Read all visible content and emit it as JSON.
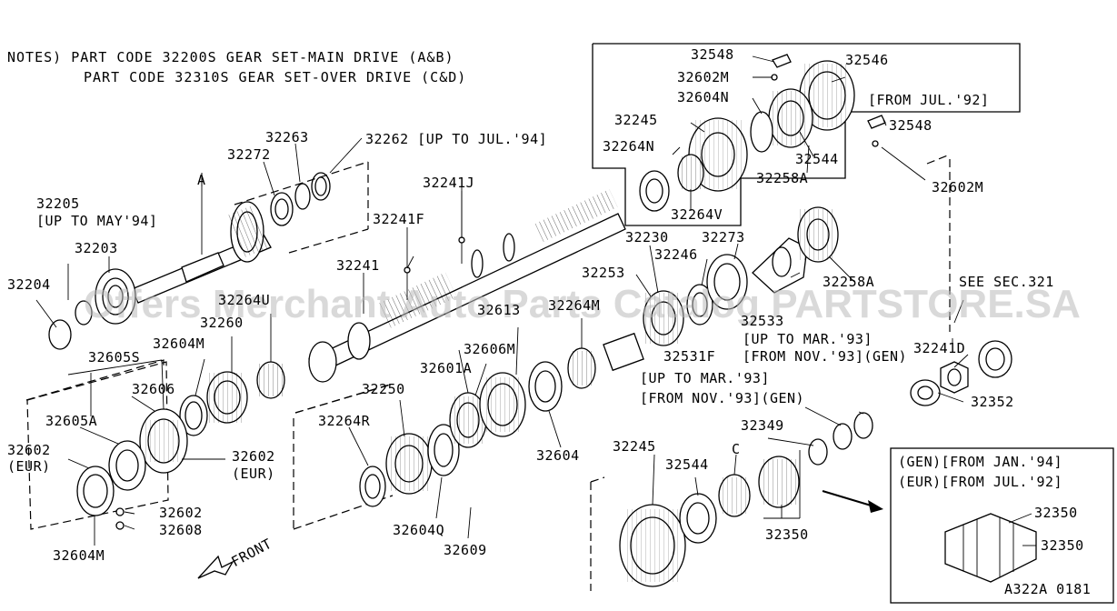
{
  "notes": {
    "line1": "NOTES) PART CODE 32200S GEAR SET-MAIN DRIVE (A&B)",
    "line2": "PART CODE 32310S GEAR SET-OVER DRIVE (C&D)"
  },
  "callouts": {
    "a": "A",
    "c": "C"
  },
  "part_labels": {
    "p32548a": "32548",
    "p32546": "32546",
    "p32602m_top": "32602M",
    "p32604n": "32604N",
    "from_jul92_top": "[FROM JUL.'92]",
    "p32245_top": "32245",
    "p32548b": "32548",
    "p32264n": "32264N",
    "p32544_top": "32544",
    "p32258a_top": "32258A",
    "p32264v": "32264V",
    "p32602m_right": "32602M",
    "p32263": "32263",
    "p32262": "32262 [UP TO JUL.'94]",
    "p32272": "32272",
    "p32205": "32205",
    "up_to_may94": "[UP TO MAY'94]",
    "p32203": "32203",
    "p32204": "32204",
    "p32241j": "32241J",
    "p32241f": "32241F",
    "p32241": "32241",
    "p32230": "32230",
    "p32273": "32273",
    "p32246": "32246",
    "p32253": "32253",
    "p32258a_mid": "32258A",
    "see_sec": "SEE SEC.321",
    "p32264m": "32264M",
    "p32264u": "32264U",
    "p32260": "32260",
    "p32604m_a": "32604M",
    "p32605s": "32605S",
    "p32606": "32606",
    "p32605a": "32605A",
    "p32602_eur_l": "32602",
    "eur_l": "(EUR)",
    "p32602_eur_r": "32602",
    "eur_r": "(EUR)",
    "p32602": "32602",
    "p32608": "32608",
    "p32604m_b": "32604M",
    "p32613": "32613",
    "p32606m": "32606M",
    "p32601a": "32601A",
    "p32250": "32250",
    "p32264r": "32264R",
    "p32604": "32604",
    "p32604q": "32604Q",
    "p32609": "32609",
    "front": "FRONT",
    "p32533": "32533",
    "up_to_mar93_a": "[UP TO MAR.'93]",
    "from_nov93_a": "[FROM NOV.'93](GEN)",
    "p32531f": "32531F",
    "up_to_mar93_b": "[UP TO MAR.'93]",
    "from_nov93_b": "[FROM NOV.'93](GEN)",
    "p32241d": "32241D",
    "p32352": "32352",
    "p32349": "32349",
    "p32245_bot": "32245",
    "p32544_bot": "32544",
    "p32350_bot": "32350",
    "gen_from_jan94": "(GEN)[FROM JAN.'94]",
    "eur_from_jul92": "(EUR)[FROM JUL.'92]",
    "p32350_box_a": "32350",
    "p32350_box_b": "32350",
    "fig_code": "A322A 0181"
  },
  "watermark": "Offers Merchant Auto Parts Catalog PARTSTORE.SA"
}
